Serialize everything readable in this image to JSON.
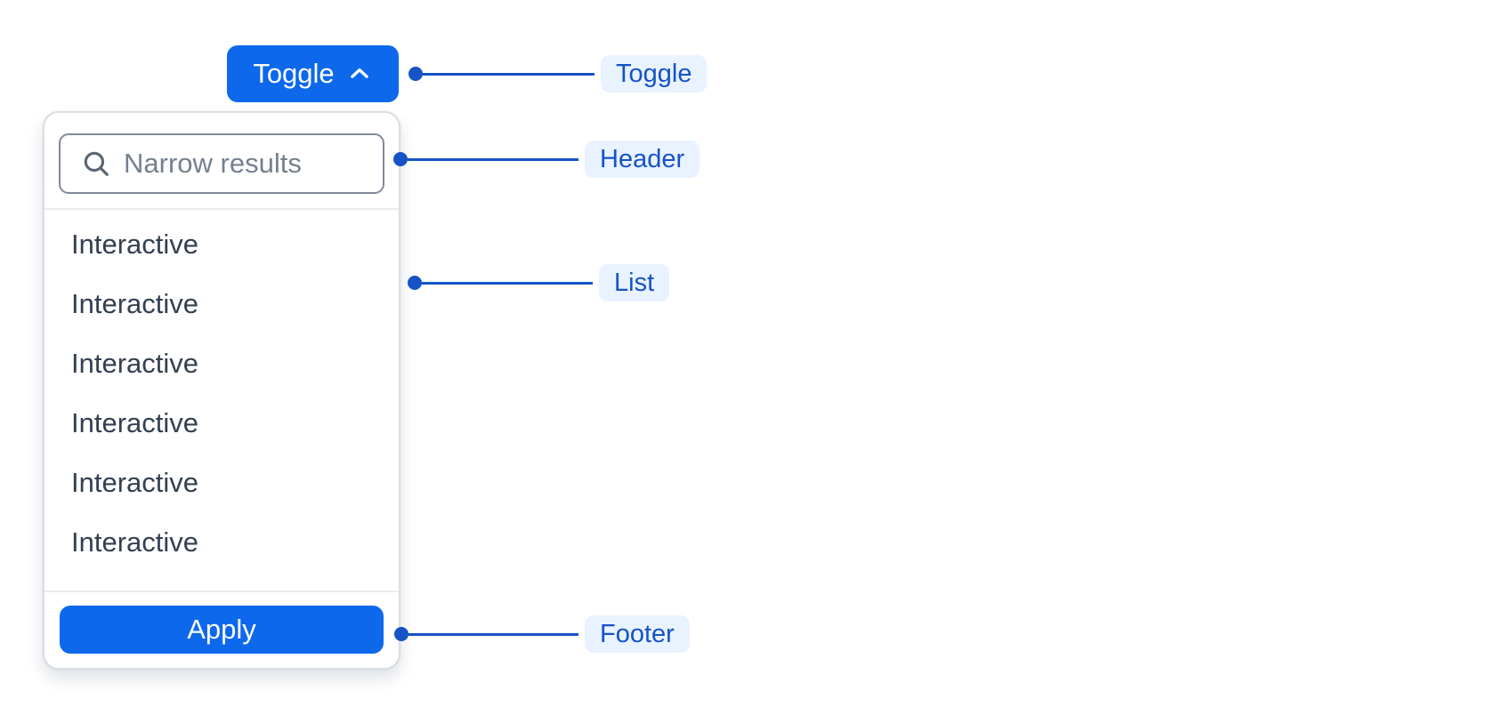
{
  "colors": {
    "brand_blue": "#0D68EC",
    "anno_blue": "#1553C6",
    "anno_bg": "#E9F2FF",
    "panel_border": "#DCDFE4",
    "input_border": "#828A99",
    "divider": "#EBECF0",
    "item_text": "#333F52",
    "placeholder": "#75808F"
  },
  "toggle_button": {
    "label": "Toggle",
    "icon": "chevron-up-icon"
  },
  "panel": {
    "header": {
      "search_placeholder": "Narrow results",
      "icon": "search-icon"
    },
    "list": {
      "items": [
        "Interactive",
        "Interactive",
        "Interactive",
        "Interactive",
        "Interactive",
        "Interactive"
      ]
    },
    "footer": {
      "apply_label": "Apply"
    }
  },
  "annotations": {
    "toggle": {
      "label": "Toggle"
    },
    "header": {
      "label": "Header"
    },
    "list": {
      "label": "List"
    },
    "footer": {
      "label": "Footer"
    }
  }
}
